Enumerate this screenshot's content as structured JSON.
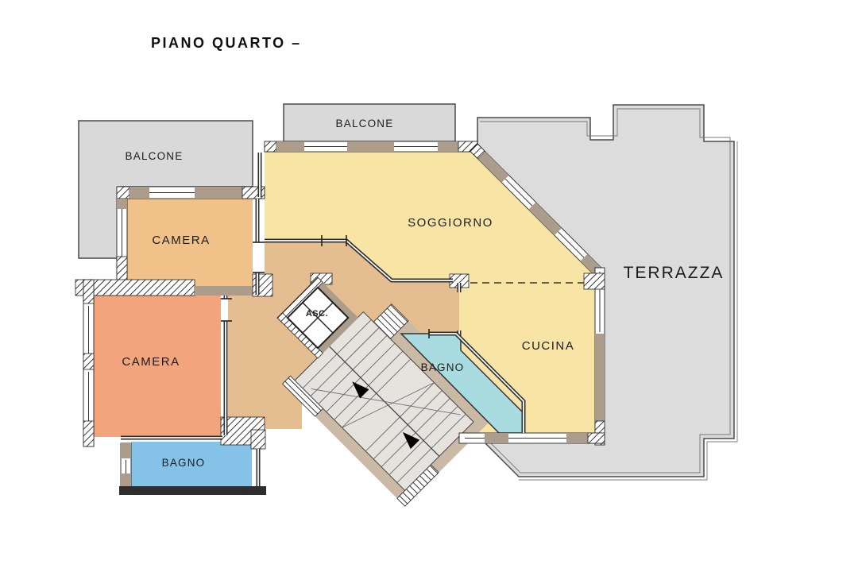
{
  "title": "PIANO QUARTO –",
  "plan": {
    "balcone_left": {
      "label": "BALCONE",
      "color": "#d9d9d9"
    },
    "balcone_top": {
      "label": "BALCONE",
      "color": "#d9d9d9"
    },
    "terrazza": {
      "label": "TERRAZZA",
      "color": "#dcdcdc"
    },
    "soggiorno": {
      "label": "SOGGIORNO",
      "color": "#f8e5a6"
    },
    "cucina": {
      "label": "CUCINA"
    },
    "camera_top": {
      "label": "CAMERA",
      "color": "#f0c189"
    },
    "camera_bottom": {
      "label": "CAMERA",
      "color": "#f2a57c"
    },
    "bagno_left": {
      "label": "BAGNO",
      "color": "#85c2e8"
    },
    "bagno_center": {
      "label": "BAGNO",
      "color": "#a9dce0"
    },
    "ascensore": {
      "label": "ASC."
    }
  },
  "palette": {
    "corridor": "#e4bd90",
    "wall_fill": "#ab9c8b",
    "stair_wall": "#c9b9a5",
    "stair_floor": "#e6e3df",
    "wall_line": "#2e2e2e"
  }
}
